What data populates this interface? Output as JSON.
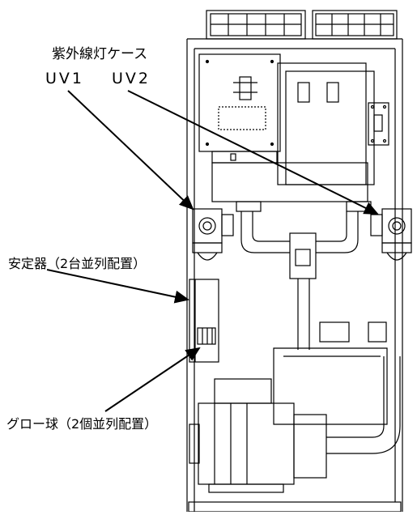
{
  "labels": {
    "uv_lamp_case": "紫外線灯ケース",
    "uv1": "UV1",
    "uv2": "UV2",
    "ballast": "安定器（2台並列配置）",
    "glow_lamp": "グロー球（2個並列配置）"
  },
  "colors": {
    "line": "#000000",
    "background": "#ffffff"
  }
}
